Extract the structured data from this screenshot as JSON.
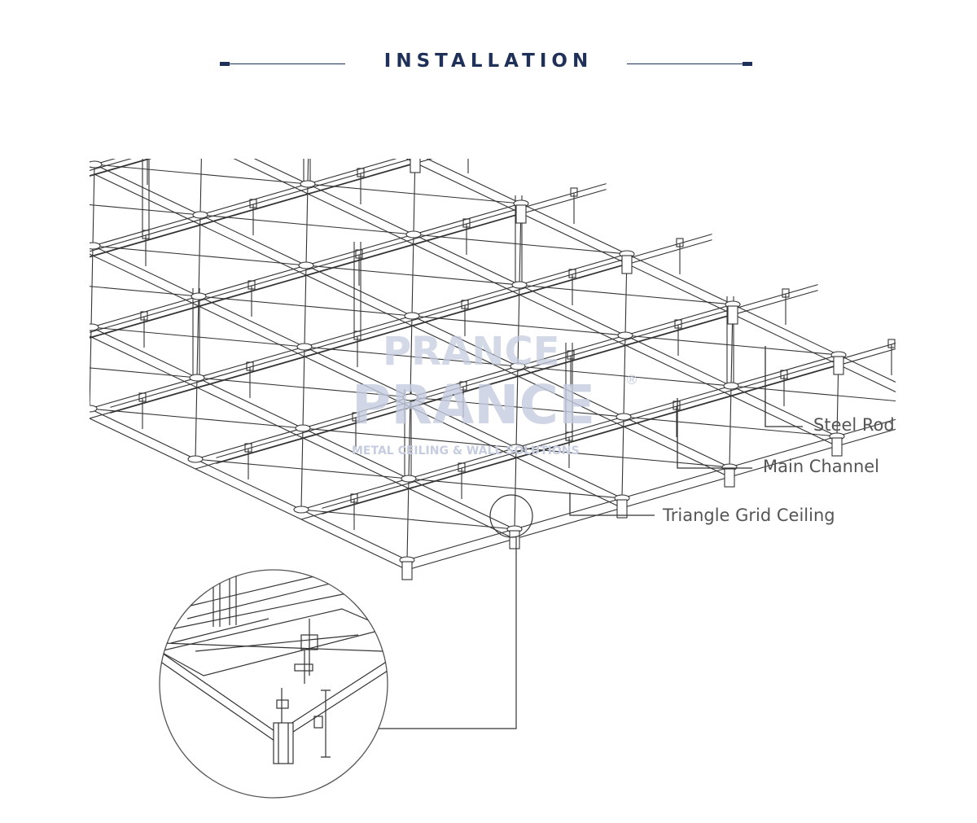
{
  "header": {
    "title": "INSTALLATION"
  },
  "callouts": {
    "steel_rod": "Steel Rod",
    "main_channel": "Main Channel",
    "triangle_grid": "Triangle Grid Ceiling"
  },
  "watermark": {
    "logo": "PRANCE",
    "tagline": "METAL CEILING & WALL SOLUTIONS",
    "mark": "®"
  },
  "colors": {
    "title": "#1f3158",
    "line": "#333333",
    "label": "#555555",
    "watermark": "#c6cde0"
  }
}
